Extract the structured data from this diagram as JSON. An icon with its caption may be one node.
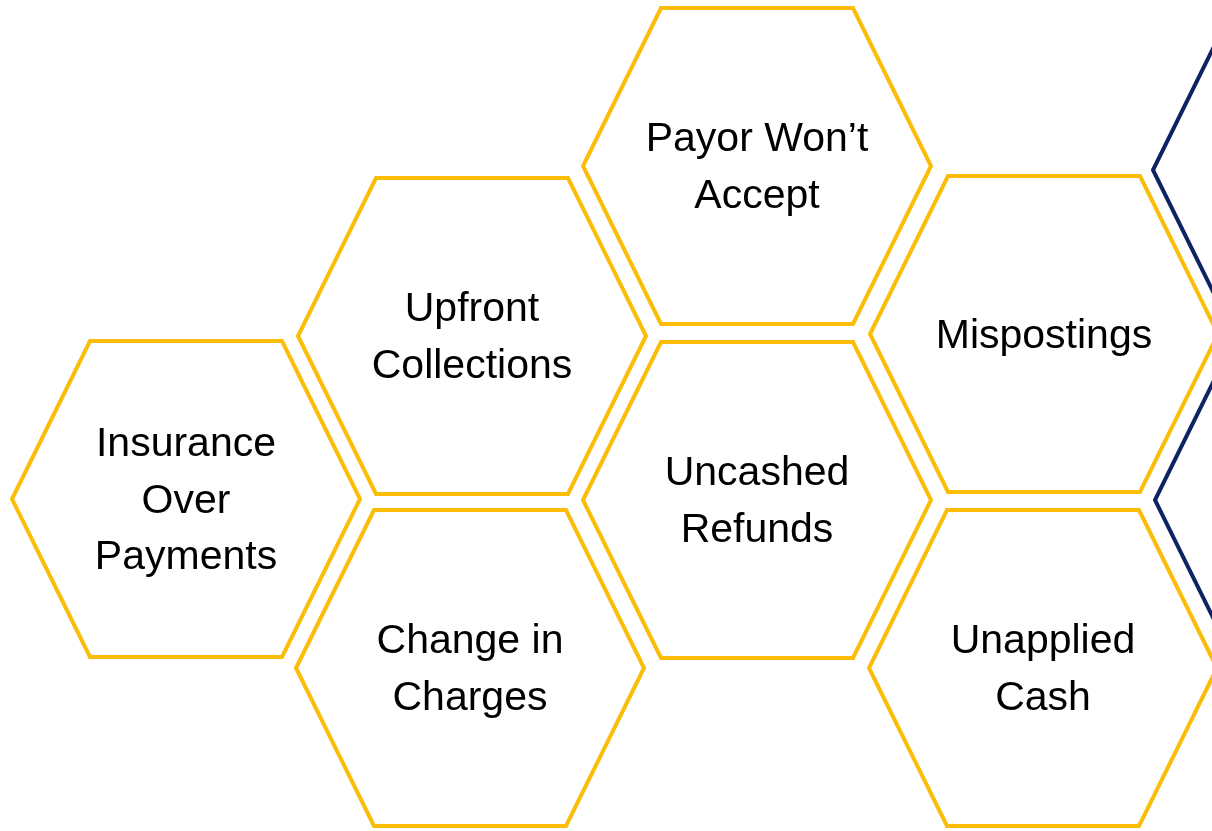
{
  "diagram": {
    "nodes": [
      {
        "text": [
          "Insurance Over Payments"
        ]
      },
      {
        "text": [
          "Upfront Collections"
        ]
      },
      {
        "text": [
          "Change in Charges"
        ]
      },
      {
        "text": [
          "Payor Won’t Accept"
        ]
      },
      {
        "text": [
          "Uncashed Refunds"
        ]
      },
      {
        "text": [
          "Mispostings"
        ]
      },
      {
        "text": [
          "Unapplied Cash"
        ]
      },
      {
        "text": [],
        "shape": "hexagon"
      },
      {
        "text": [],
        "shape": "hexagon"
      }
    ]
  }
}
